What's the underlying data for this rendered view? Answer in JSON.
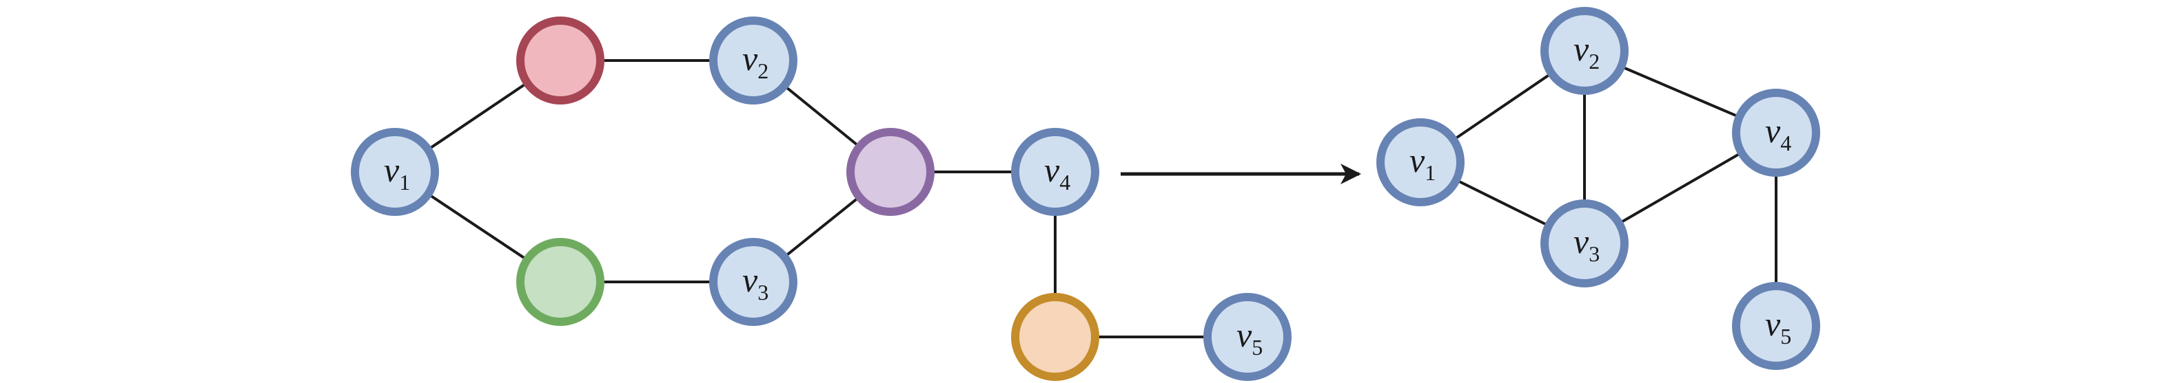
{
  "colors": {
    "vertex_fill": "#d0dff0",
    "vertex_stroke": "#6683b4",
    "red_fill": "#f0b8be",
    "red_stroke": "#a64553",
    "green_fill": "#c6e0c3",
    "green_stroke": "#6fab5f",
    "purple_fill": "#d8c8e2",
    "purple_stroke": "#8a69a3",
    "orange_fill": "#f7d6b9",
    "orange_stroke": "#c48c2a"
  },
  "left_graph": {
    "nodes": [
      {
        "id": "v1",
        "label": "v",
        "sub": "1",
        "color": "vertex"
      },
      {
        "id": "r",
        "label": "",
        "sub": "",
        "color": "red"
      },
      {
        "id": "v2",
        "label": "v",
        "sub": "2",
        "color": "vertex"
      },
      {
        "id": "p",
        "label": "",
        "sub": "",
        "color": "purple"
      },
      {
        "id": "v4",
        "label": "v",
        "sub": "4",
        "color": "vertex"
      },
      {
        "id": "g",
        "label": "",
        "sub": "",
        "color": "green"
      },
      {
        "id": "v3",
        "label": "v",
        "sub": "3",
        "color": "vertex"
      },
      {
        "id": "o",
        "label": "",
        "sub": "",
        "color": "orange"
      },
      {
        "id": "v5",
        "label": "v",
        "sub": "5",
        "color": "vertex"
      }
    ],
    "edges": [
      [
        "v1",
        "r"
      ],
      [
        "r",
        "v2"
      ],
      [
        "v2",
        "p"
      ],
      [
        "p",
        "v4"
      ],
      [
        "v1",
        "g"
      ],
      [
        "g",
        "v3"
      ],
      [
        "v3",
        "p"
      ],
      [
        "v4",
        "o"
      ],
      [
        "o",
        "v5"
      ]
    ]
  },
  "arrow": "transform-arrow",
  "right_graph": {
    "nodes": [
      {
        "id": "v1",
        "label": "v",
        "sub": "1",
        "color": "vertex"
      },
      {
        "id": "v2",
        "label": "v",
        "sub": "2",
        "color": "vertex"
      },
      {
        "id": "v3",
        "label": "v",
        "sub": "3",
        "color": "vertex"
      },
      {
        "id": "v4",
        "label": "v",
        "sub": "4",
        "color": "vertex"
      },
      {
        "id": "v5",
        "label": "v",
        "sub": "5",
        "color": "vertex"
      }
    ],
    "edges": [
      [
        "v1",
        "v2"
      ],
      [
        "v1",
        "v3"
      ],
      [
        "v2",
        "v3"
      ],
      [
        "v2",
        "v4"
      ],
      [
        "v3",
        "v4"
      ],
      [
        "v4",
        "v5"
      ]
    ]
  }
}
